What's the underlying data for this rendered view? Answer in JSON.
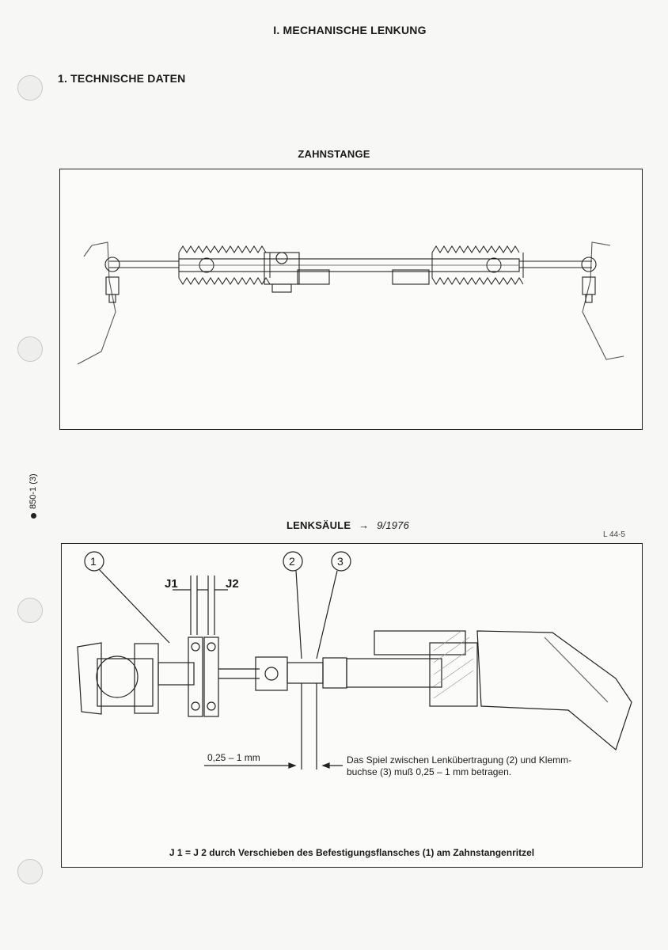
{
  "page": {
    "chapter_title": "I. MECHANISCHE LENKUNG",
    "section_title": "1. TECHNISCHE DATEN",
    "side_label": "850-1 (3)"
  },
  "figure1": {
    "caption": "ZAHNSTANGE"
  },
  "figure2": {
    "caption": "LENKSÄULE",
    "caption_date": "9/1976",
    "ref_code": "L 44-5",
    "callouts": [
      "1",
      "2",
      "3"
    ],
    "labels": {
      "j1": "J1",
      "j2": "J2"
    },
    "dimension": "0,25 – 1 mm",
    "note_line1": "Das Spiel zwischen Lenkübertragung (2) und Klemm-",
    "note_line2": "buchse (3) muß 0,25 – 1 mm betragen.",
    "footer": "J 1 = J 2 durch Verschieben des Befestigungsflansches (1) am Zahnstangenritzel"
  }
}
